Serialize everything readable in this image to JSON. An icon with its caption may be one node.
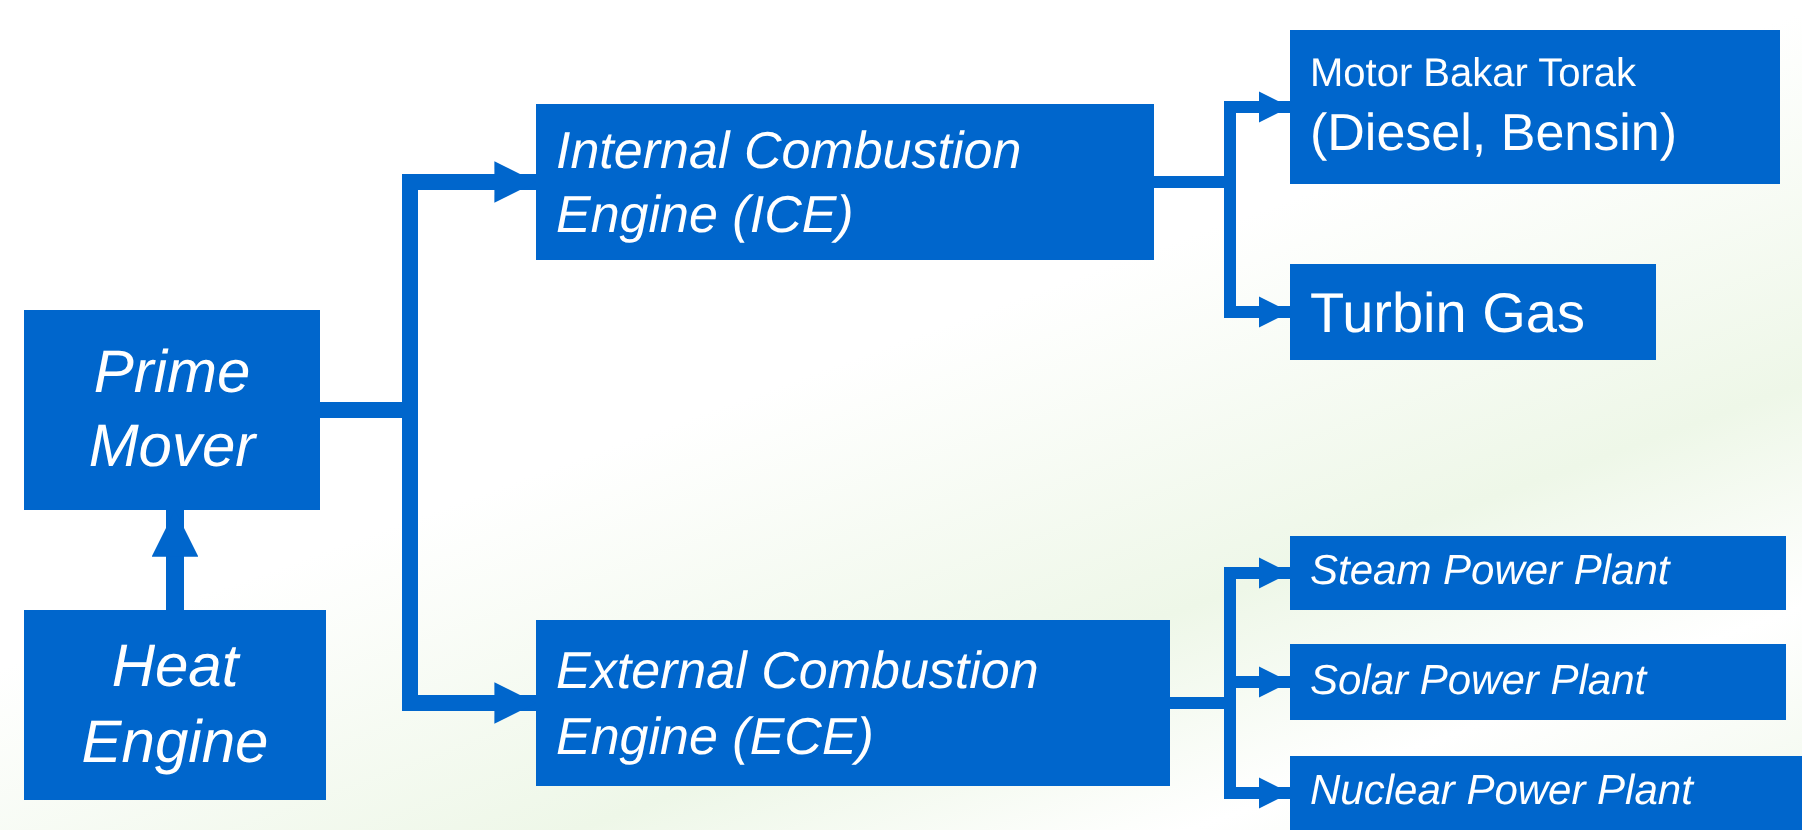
{
  "diagram": {
    "nodes": [
      {
        "text": [
          "Prime Mover"
        ]
      },
      {
        "text": [
          "Heat Engine"
        ]
      },
      {
        "text": [
          "Internal Combustion Engine (ICE)"
        ]
      },
      {
        "text": [
          "External Combustion Engine (ECE)"
        ]
      },
      {
        "text": [
          "Motor Bakar Torak",
          "(Diesel, Bensin)"
        ]
      },
      {
        "text": [
          "Turbin Gas"
        ]
      },
      {
        "text": [
          "Steam Power Plant"
        ]
      },
      {
        "text": [
          "Solar Power Plant"
        ]
      },
      {
        "text": [
          "Nuclear Power Plant"
        ]
      }
    ],
    "edges": [
      {
        "from": 1,
        "to": 0,
        "arrow": "to"
      },
      {
        "from": 0,
        "to": 2,
        "arrow": "to"
      },
      {
        "from": 0,
        "to": 3,
        "arrow": "to"
      },
      {
        "from": 2,
        "to": 4,
        "arrow": "to"
      },
      {
        "from": 2,
        "to": 5,
        "arrow": "to"
      },
      {
        "from": 3,
        "to": 6,
        "arrow": "to"
      },
      {
        "from": 3,
        "to": 7,
        "arrow": "to"
      },
      {
        "from": 3,
        "to": 8,
        "arrow": "to"
      }
    ]
  }
}
